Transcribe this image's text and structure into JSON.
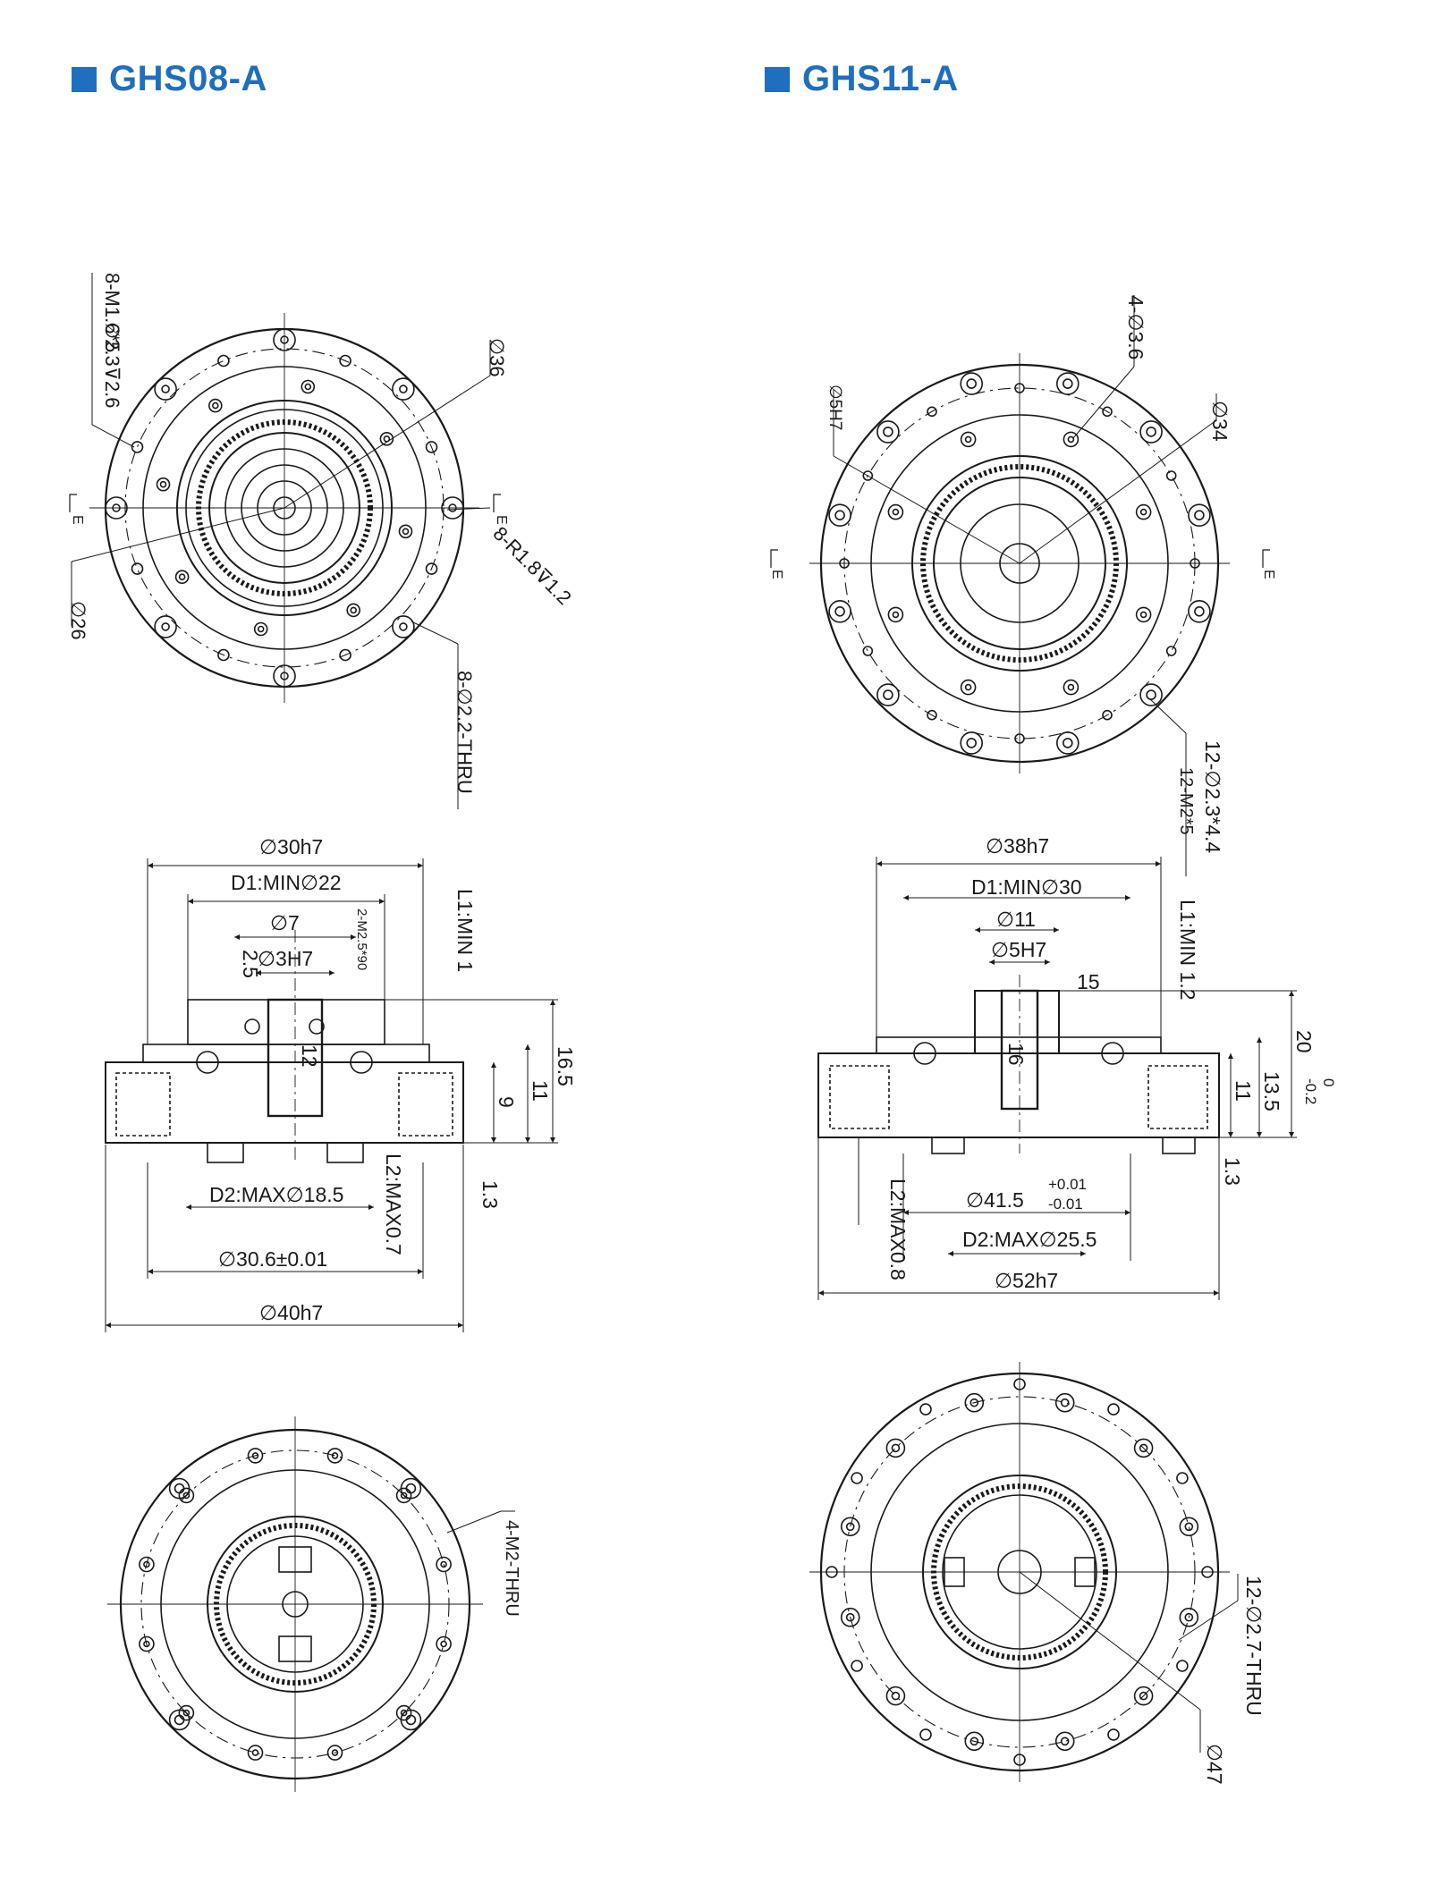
{
  "colors": {
    "accent": "#1f6fbf",
    "line": "#1a1a1a",
    "background": "#ffffff"
  },
  "ghs08": {
    "title": "GHS08-A",
    "top": {
      "tap_spec": "8-M1.6*5",
      "cbore_spec": "∅2.3⊽2.6",
      "d36": "∅36",
      "d26": "∅26",
      "slot_spec": "8-R1.8⊽1.2",
      "thru_spec": "8-∅2.2-THRU",
      "section_mark": "E"
    },
    "side": {
      "d30h7": "∅30h7",
      "d1min": "D1:MIN∅22",
      "d7": "∅7",
      "d3h7": "∅3H7",
      "dim_2_5": "2.5",
      "m25": "2-M2.5*90",
      "l1min": "L1:MIN 1",
      "dim_12": "12",
      "dim_16_5": "16.5",
      "dim_11": "11",
      "dim_9": "9",
      "l2max": "L2:MAX0.7",
      "dim_1_3": "1.3",
      "d2max": "D2:MAX∅18.5",
      "d30_6": "∅30.6±0.01",
      "d40h7": "∅40h7"
    },
    "bottom": {
      "thru_spec": "4-M2-THRU"
    }
  },
  "ghs11": {
    "title": "GHS11-A",
    "top": {
      "hole_spec": "4-∅3.6",
      "d5h7": "∅5H7",
      "d34": "∅34",
      "bolt_spec": "12-∅2.3*4.4",
      "tap_spec": "12-M2*5",
      "section_mark": "E"
    },
    "side": {
      "d38h7": "∅38h7",
      "d1min": "D1:MIN∅30",
      "d11": "∅11",
      "d5h7": "∅5H7",
      "dim_15": "15",
      "dim_16": "16",
      "l1min": "L1:MIN 1.2",
      "dim_20": "20",
      "tol_upper": "0",
      "tol_lower": "-0.2",
      "dim_13_5": "13.5",
      "dim_11": "11",
      "dim_1_3": "1.3",
      "l2max": "L2:MAX0.8",
      "d41_5": "∅41.5",
      "tol41_upper": "+0.01",
      "tol41_lower": "-0.01",
      "d2max": "D2:MAX∅25.5",
      "d52h7": "∅52h7"
    },
    "bottom": {
      "thru_spec": "12-∅2.7-THRU",
      "d47": "∅47"
    }
  }
}
